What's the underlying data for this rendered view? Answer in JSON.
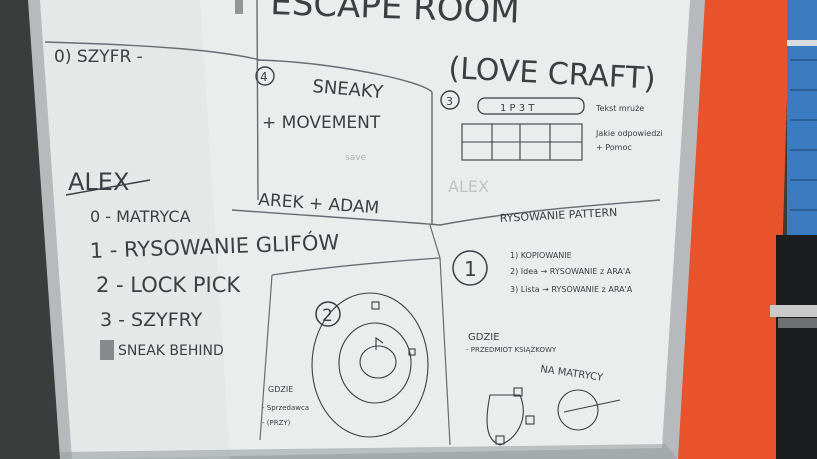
{
  "colors": {
    "wall_left": "#4a4a4a",
    "board": "#e9eceb",
    "frame": "#b9bcbd",
    "orange_wall": "#e8532c",
    "window": "#2d6fb0",
    "marker": "#3d3d44"
  },
  "board": {
    "top_title": "ESCAPE ROOM",
    "lovecraft": "(LOVE CRAFT)",
    "section0": "0) SZYFR -",
    "section4_num": "4",
    "section4_title": "SNEAKY",
    "section4_sub": "+ MOVEMENT",
    "section4_faint": "save",
    "section4_names": "AREK + ADAM",
    "alex": "ALEX",
    "list": {
      "item0": "0 - MATRYCA",
      "item1": "1 - RYSOWANIE GLIFÓW",
      "item2": "2 - LOCK PICK",
      "item3": "3 - SZYFRY",
      "item4": "SNEAK BEHIND"
    },
    "section3_num": "3",
    "section3_box": "1 P 3 T",
    "section3_note1": "Tekst mruże",
    "section3_note2": "Jakie odpowiedzi",
    "section3_note3": "+ Pomoc",
    "faint_alex": "ALEX",
    "section1_title": "RYSOWANIE PATTERN",
    "section1_num": "1",
    "section1_line1": "1) KOPIOWANIE",
    "section1_line2": "2) Idea → RYSOWANIE z ARA'A",
    "section1_line3": "3) Lista → RYSOWANIE z ARA'A",
    "gdzie1": "GDZIE",
    "gdzie1_sub": "- PRZEDMIOT KSIĄŻKOWY",
    "na_matrycy": "NA MATRYCY",
    "section2_num": "2",
    "gdzie2": "GDZIE",
    "gdzie2_sub1": "- Sprzedawca",
    "gdzie2_sub2": "- (PRZY)"
  }
}
